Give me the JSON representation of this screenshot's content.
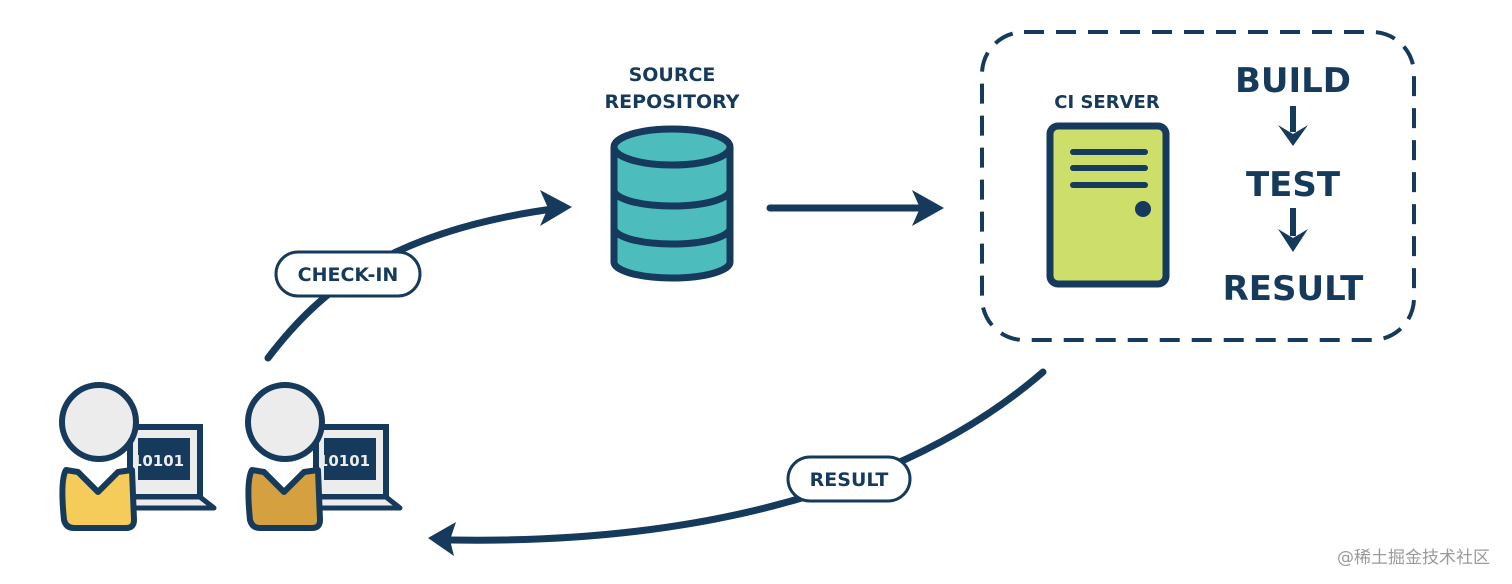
{
  "diagram": {
    "title": "Continuous Integration workflow",
    "nodes": {
      "developers": {
        "count": 2,
        "screen_text": "10101",
        "shirt_colors": [
          "#f5cc5a",
          "#d4a040"
        ]
      },
      "source_repository": {
        "label_line1": "SOURCE",
        "label_line2": "REPOSITORY",
        "color": "#4cbcbc"
      },
      "ci_server": {
        "label": "CI SERVER",
        "color": "#cede6a"
      },
      "pipeline": {
        "steps": [
          "BUILD",
          "TEST",
          "RESULT"
        ]
      }
    },
    "edges": {
      "checkin": {
        "label": "CHECK-IN",
        "from": "developers",
        "to": "source_repository"
      },
      "repo_to_ci": {
        "label": "",
        "from": "source_repository",
        "to": "ci_server"
      },
      "result": {
        "label": "RESULT",
        "from": "ci_server",
        "to": "developers"
      }
    }
  },
  "colors": {
    "ink": "#163a5c",
    "face": "#ececec",
    "screen_frame": "#ececec"
  },
  "watermark": "@稀土掘金技术社区"
}
